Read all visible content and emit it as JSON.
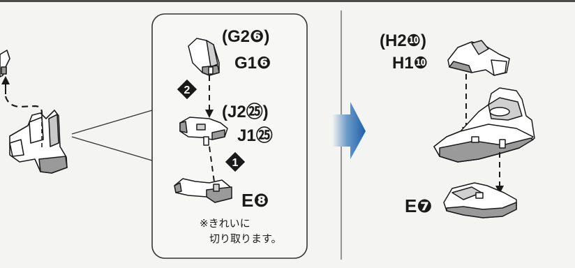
{
  "labels": {
    "g2": "(G2❻)",
    "g1": "G1❻",
    "j2": "(J2㉕)",
    "j1": "J1㉕",
    "e8": "E❽",
    "h2": "(H2❿)",
    "h1": "H1❿",
    "e7": "E❼"
  },
  "steps": {
    "step1": "1",
    "step2": "2"
  },
  "note": {
    "line1": "※きれいに",
    "line2": "切り取ります。"
  },
  "colors": {
    "line": "#1a1a1a",
    "part_fill": "#ffffff",
    "part_shade": "#9a9a9a",
    "panel_border": "#333333",
    "background": "#f4f4f2"
  }
}
